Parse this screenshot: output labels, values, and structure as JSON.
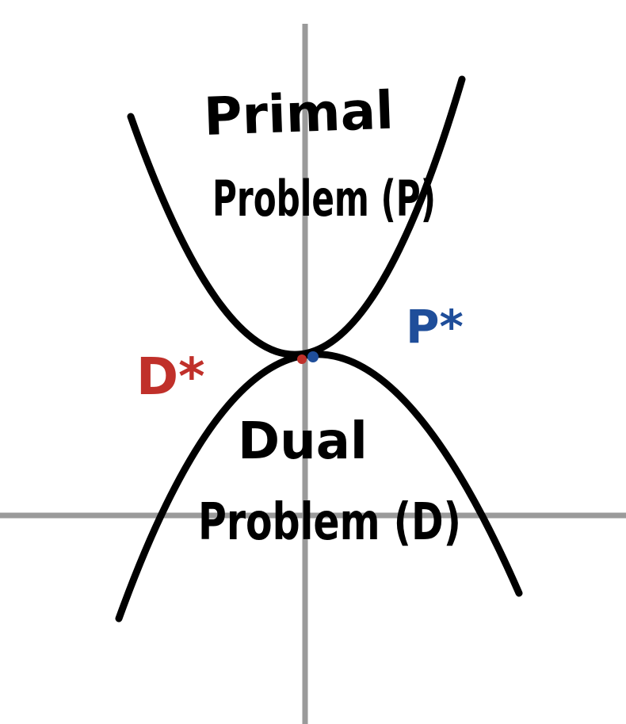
{
  "labels": {
    "primal_line1": "Primal",
    "primal_line2": "Problem (P)",
    "dual_line1": "Dual",
    "dual_line2": "Problem (D)",
    "p_star": "P*",
    "d_star": "D*"
  },
  "colors": {
    "background": "#ffffff",
    "axis": "#9a9a9a",
    "curve": "#000000",
    "p_star": "#1f4e9a",
    "d_star": "#c0302a"
  }
}
